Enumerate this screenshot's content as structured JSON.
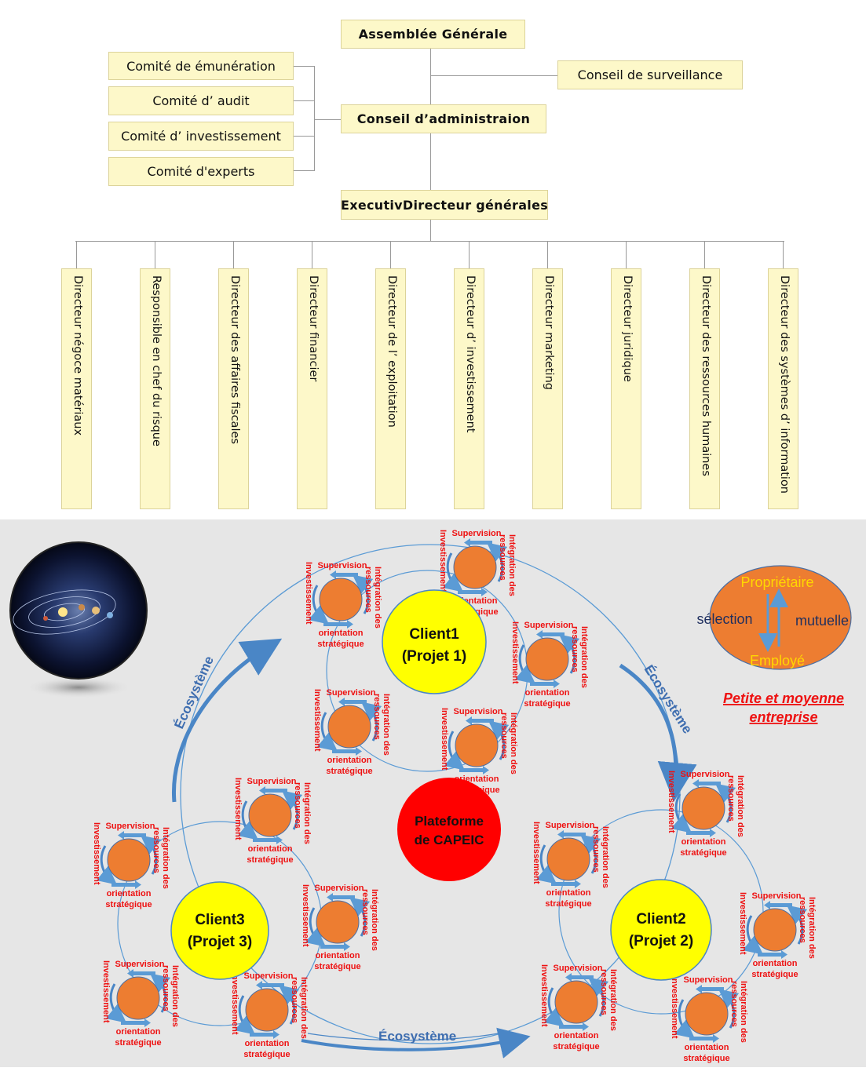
{
  "org_chart": {
    "assembly": "Assemblée Générale",
    "supervisory_board": "Conseil de surveillance",
    "board": "Conseil d’administraion",
    "executive": "ExecutivDirecteur générales",
    "committees": [
      "Comité de émunération",
      "Comité d’  audit",
      "Comité d’  investissement",
      "Comité d'experts"
    ],
    "directors": [
      "Directeur négoce matériaux",
      "Responsible en chef du risque",
      "Directeur des affaires fiscales",
      "Directeur financier",
      "Directeur de l’ exploitation",
      "Directeur d’  investissement",
      "Directeur marketing",
      "Directeur juridique",
      "Directeur des ressources humaines",
      "Directeur des systèmes d’  information"
    ]
  },
  "ecosystem": {
    "platform": [
      "Plateforme",
      "de CAPEIC"
    ],
    "clients": [
      {
        "name": "Client1",
        "project": "(Projet 1)"
      },
      {
        "name": "Client2",
        "project": "(Projet 2)"
      },
      {
        "name": "Client3",
        "project": "(Projet 3)"
      }
    ],
    "ecosystem_label": "Écosystème",
    "node_labels": {
      "supervision": "Supervision",
      "investissement": "Investissement",
      "integration": "Intégration des ressources",
      "orientation": "orientation stratégique"
    },
    "sme": {
      "owner": "Propriétaire",
      "employee": "Employé",
      "selection": "sélection",
      "mutual": "mutuelle",
      "caption": "Petite et moyenne entreprise"
    },
    "colors": {
      "node": "#ed7d31",
      "client": "#ffff00",
      "platform": "#ff0000",
      "label_red": "#ee1111",
      "arrow_blue": "#5b9bd5"
    }
  }
}
